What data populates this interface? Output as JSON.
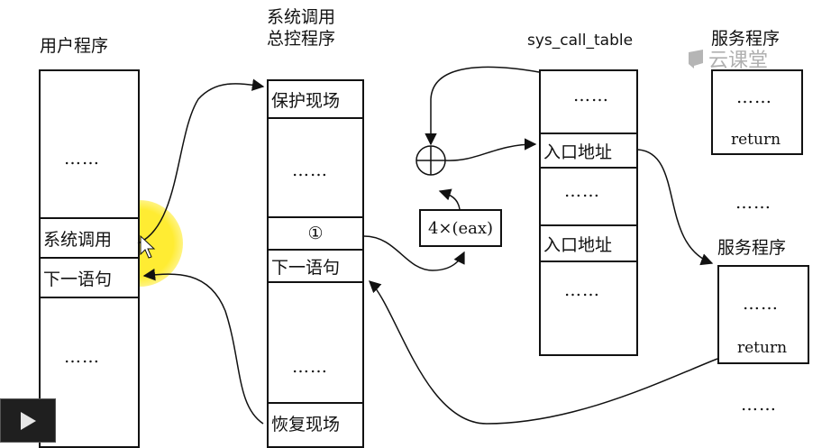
{
  "titles": {
    "user_program": "用户程序",
    "syscall_ctrl_line1": "系统调用",
    "syscall_ctrl_line2": "总控程序",
    "sys_call_table": "sys_call_table",
    "service_program_top": "服务程序",
    "service_program_mid": "服务程序"
  },
  "user_column": {
    "dots_top": "……",
    "syscall": "系统调用",
    "next_stmt": "下一语句",
    "dots_bottom": "……"
  },
  "ctrl_column": {
    "save_context": "保护现场",
    "dots_top": "……",
    "marker": "①",
    "next_stmt": "下一语句",
    "dots_bottom": "……",
    "restore_context": "恢复现场"
  },
  "offset_box": "4×(eax)",
  "table_column": {
    "dots_1": "……",
    "entry_1": "入口地址",
    "dots_2": "……",
    "entry_2": "入口地址",
    "dots_3": "……"
  },
  "service_top": {
    "dots": "……",
    "return": "return"
  },
  "service_mid": {
    "dots": "……",
    "return": "return"
  },
  "between_dots": "……",
  "bottom_dots": "……",
  "watermark": "云课堂",
  "icons": {
    "play": "play-icon",
    "cursor": "cursor-icon",
    "adder": "circled-plus-icon"
  }
}
